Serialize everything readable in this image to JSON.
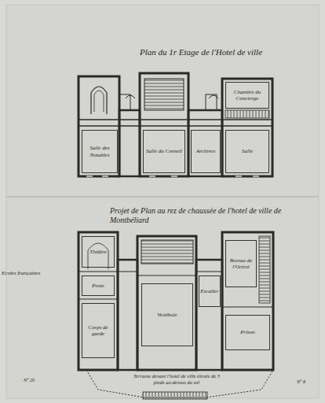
{
  "diagram": {
    "title": "Plan du 1r Etage de l'Hotel de ville",
    "nodes": [
      {
        "text": [
          "Salle des Notables"
        ]
      },
      {
        "text": [
          "Salle du Conseil"
        ]
      },
      {
        "text": [
          "Archives"
        ]
      },
      {
        "text": [
          "Chambre du Concierge"
        ]
      },
      {
        "text": [
          "Salle"
        ]
      },
      {
        "text": [
          "Théâtre"
        ]
      },
      {
        "text": [
          "Poste"
        ]
      },
      {
        "text": [
          "Corps de garde"
        ]
      },
      {
        "text": [
          "Vestibule"
        ]
      },
      {
        "text": [
          "Escalier"
        ]
      },
      {
        "text": [
          "Bureau de l'Octroi"
        ]
      },
      {
        "text": [
          "Prison"
        ]
      }
    ],
    "labels": [
      "Projet de Plan au rez de chaussée de l'hotel de ville de Montbéliard",
      "Ecoles françaises",
      "Terrasse devant l'hotel de ville élevée de 3 pieds au-dessus du sol",
      "N° 20",
      "N° 8"
    ]
  }
}
